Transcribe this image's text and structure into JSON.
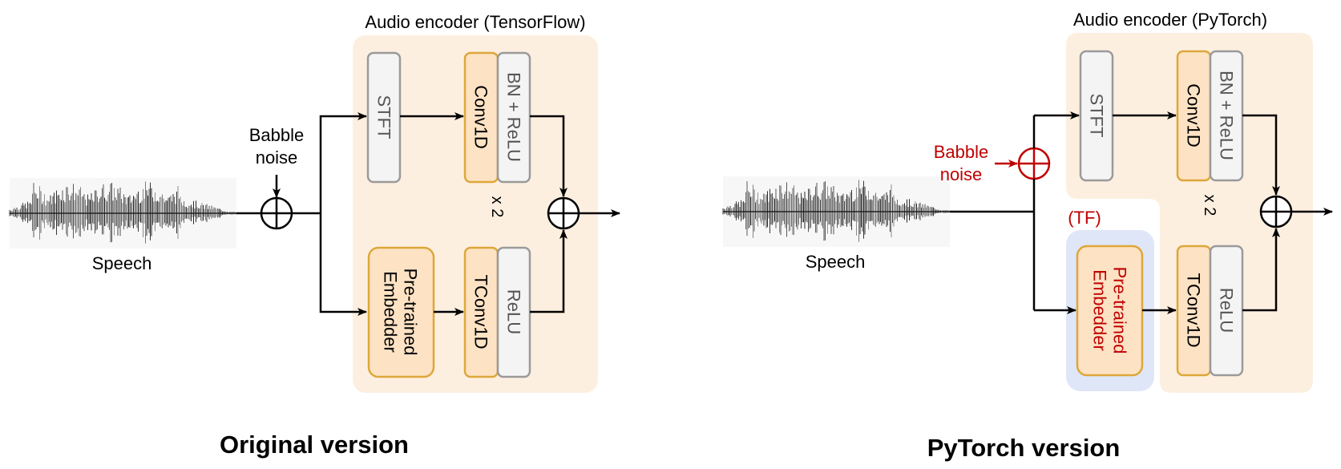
{
  "left": {
    "encoder_title": "Audio encoder (TensorFlow)",
    "noise_label_line1": "Babble",
    "noise_label_line2": "noise",
    "speech_label": "Speech",
    "stft": "STFT",
    "conv1d": "Conv1D",
    "bn_relu": "BN + ReLU",
    "repeat": "x 2",
    "embedder_line1": "Pre-trained",
    "embedder_line2": "Embedder",
    "tconv1d": "TConv1D",
    "relu": "ReLU",
    "caption": "Original version"
  },
  "right": {
    "encoder_title": "Audio encoder (PyTorch)",
    "noise_label_line1": "Babble",
    "noise_label_line2": "noise",
    "speech_label": "Speech",
    "stft": "STFT",
    "conv1d": "Conv1D",
    "bn_relu": "BN + ReLU",
    "repeat": "x 2",
    "tf_tag": "(TF)",
    "embedder_line1": "Pre-trained",
    "embedder_line2": "Embedder",
    "tconv1d": "TConv1D",
    "relu": "ReLU",
    "caption": "PyTorch version"
  },
  "colors": {
    "encoder_bg": "#fdefe0",
    "tf_bg": "#dfe6f8",
    "orange_fill": "#fde2c4",
    "orange_stroke": "#dea73a",
    "gray_fill": "#f4f4f4",
    "gray_stroke": "#9a9a9a",
    "red": "#c00000"
  }
}
